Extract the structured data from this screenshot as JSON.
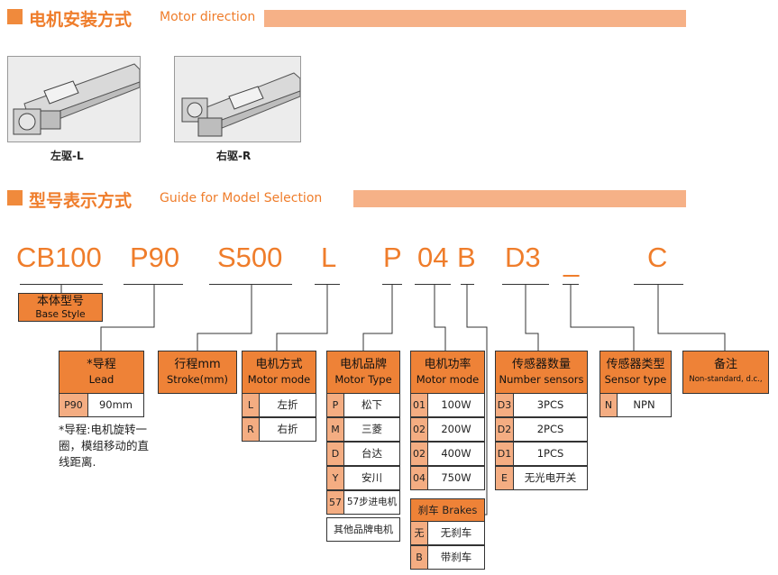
{
  "sections": {
    "motor_direction": {
      "zh": "电机安装方式",
      "en": "Motor direction"
    },
    "model_selection": {
      "zh": "型号表示方式",
      "en": "Guide for Model Selection"
    }
  },
  "photos": {
    "left_caption": "左驱-L",
    "right_caption": "右驱-R"
  },
  "model_code": {
    "base": "CB100",
    "lead": "P90",
    "stroke": "S500",
    "direction": "L",
    "brand": "P",
    "power": "04",
    "brake": "B",
    "sensors": "D3",
    "separator": "_",
    "remark": "C"
  },
  "colors": {
    "accent": "#ef7d2b",
    "header_fill": "#ee8237",
    "key_fill": "#f4ad82",
    "bar": "#f6b187"
  },
  "boxes": {
    "base": {
      "zh": "本体型号",
      "en": "Base Style"
    },
    "lead": {
      "zh": "*导程",
      "en": "Lead",
      "rows": [
        {
          "k": "P90",
          "v": "90mm"
        }
      ],
      "note": "*导程:电机旋转一圈，模组移动的直线距离."
    },
    "stroke": {
      "zh": "行程mm",
      "en": "Stroke(mm)"
    },
    "direction": {
      "zh": "电机方式",
      "en": "Motor mode",
      "rows": [
        {
          "k": "L",
          "v": "左折"
        },
        {
          "k": "R",
          "v": "右折"
        }
      ]
    },
    "brand": {
      "zh": "电机品牌",
      "en": "Motor Type",
      "rows": [
        {
          "k": "P",
          "v": "松下"
        },
        {
          "k": "M",
          "v": "三菱"
        },
        {
          "k": "D",
          "v": "台达"
        },
        {
          "k": "Y",
          "v": "安川"
        },
        {
          "k": "57",
          "v": "57步进电机"
        }
      ],
      "other": "其他品牌电机"
    },
    "power": {
      "zh": "电机功率",
      "en": "Motor mode",
      "rows": [
        {
          "k": "01",
          "v": "100W"
        },
        {
          "k": "02",
          "v": "200W"
        },
        {
          "k": "02",
          "v": "400W"
        },
        {
          "k": "04",
          "v": "750W"
        }
      ]
    },
    "brake": {
      "title": "刹车  Brakes",
      "rows": [
        {
          "k": "无",
          "v": "无刹车"
        },
        {
          "k": "B",
          "v": "带刹车"
        }
      ]
    },
    "sensors": {
      "zh": "传感器数量",
      "en": "Number sensors",
      "rows": [
        {
          "k": "D3",
          "v": "3PCS"
        },
        {
          "k": "D2",
          "v": "2PCS"
        },
        {
          "k": "D1",
          "v": "1PCS"
        },
        {
          "k": "E",
          "v": "无光电开关"
        }
      ]
    },
    "sensor_type": {
      "zh": "传感器类型",
      "en": "Sensor type",
      "rows": [
        {
          "k": "N",
          "v": "NPN"
        }
      ]
    },
    "remark": {
      "zh": "备注",
      "en": "Non-standard, d.c.,"
    }
  }
}
